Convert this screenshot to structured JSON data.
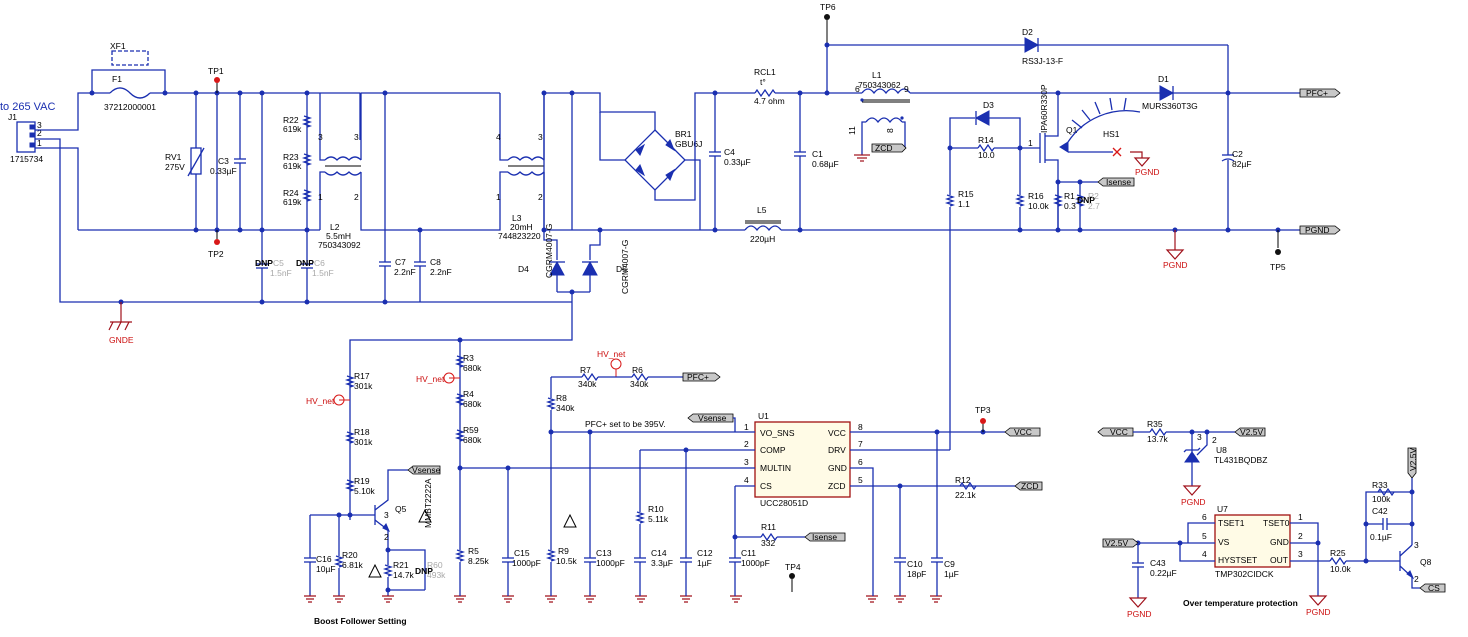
{
  "input_label": "to 265 VAC",
  "connector": {
    "ref": "J1",
    "part": "1715734",
    "pins": [
      "3",
      "2",
      "1"
    ]
  },
  "fuse": {
    "holder": "XF1",
    "ref": "F1",
    "part": "37212000001"
  },
  "varistor": {
    "ref": "RV1",
    "value": "275V"
  },
  "c3": {
    "ref": "C3",
    "value": "0.33µF"
  },
  "r22": {
    "ref": "R22",
    "value": "619k"
  },
  "r23": {
    "ref": "R23",
    "value": "619k"
  },
  "r24": {
    "ref": "R24",
    "value": "619k"
  },
  "tp1": "TP1",
  "tp2": "TP2",
  "tp3": "TP3",
  "tp4": "TP4",
  "tp5": "TP5",
  "tp6": "TP6",
  "l2": {
    "ref": "L2",
    "value": "5.5mH",
    "part": "750343092"
  },
  "l3": {
    "ref": "L3",
    "value": "20mH",
    "part": "744823220"
  },
  "c5": {
    "dnp": "DNP",
    "ref": "C5",
    "value": "1.5nF"
  },
  "c6": {
    "dnp": "DNP",
    "ref": "C6",
    "value": "1.5nF"
  },
  "c7": {
    "ref": "C7",
    "value": "2.2nF"
  },
  "c8": {
    "ref": "C8",
    "value": "2.2nF"
  },
  "d4": {
    "ref": "D4",
    "part": "CGRM4007-G"
  },
  "d5": {
    "ref": "D5",
    "part": "CGRM4007-G"
  },
  "gnde": "GNDE",
  "br1": {
    "ref": "BR1",
    "part": "GBU6J"
  },
  "c4": {
    "ref": "C4",
    "value": "0.33µF"
  },
  "rcl1": {
    "ref": "RCL1",
    "temp": "t°",
    "value": "4.7 ohm"
  },
  "c1": {
    "ref": "C1",
    "value": "0.68µF"
  },
  "l5": {
    "ref": "L5",
    "value": "220µH"
  },
  "l1": {
    "ref": "L1",
    "part": "750343062",
    "pins": [
      "6",
      "9",
      "11",
      "8"
    ]
  },
  "zcd_tag": "ZCD",
  "d2": {
    "ref": "D2",
    "part": "RS3J-13-F"
  },
  "d1": {
    "ref": "D1",
    "part": "MURS360T3G"
  },
  "d3": {
    "ref": "D3"
  },
  "r14": {
    "ref": "R14",
    "value": "10.0"
  },
  "q1": {
    "ref": "Q1",
    "part": "IPA60R330P"
  },
  "hs1": "HS1",
  "pgnd": "PGND",
  "isense_tag": "Isense",
  "r15": {
    "ref": "R15",
    "value": "1.1"
  },
  "r16": {
    "ref": "R16",
    "value": "10.0k"
  },
  "r1": {
    "ref": "R1",
    "value": "0.3"
  },
  "r2": {
    "dnp": "DNP",
    "ref": "R2",
    "value": "2.7"
  },
  "c2": {
    "ref": "C2",
    "value": "82µF"
  },
  "pfc_tag": "PFC+",
  "pgnd_tag": "PGND",
  "hv_net": "HV_net",
  "r17": {
    "ref": "R17",
    "value": "301k"
  },
  "r18": {
    "ref": "R18",
    "value": "301k"
  },
  "r19": {
    "ref": "R19",
    "value": "5.10k"
  },
  "r20": {
    "ref": "R20",
    "value": "6.81k"
  },
  "r21": {
    "ref": "R21",
    "value": "14.7k"
  },
  "r60": {
    "dnp": "DNP",
    "ref": "R60",
    "value": "493k"
  },
  "c16": {
    "ref": "C16",
    "value": "10µF"
  },
  "q5": {
    "ref": "Q5",
    "part": "MMBT2222A"
  },
  "vsense_tag": "Vsense",
  "boost_caption": "Boost Follower Setting",
  "r3": {
    "ref": "R3",
    "value": "680k"
  },
  "r4": {
    "ref": "R4",
    "value": "680k"
  },
  "r59": {
    "ref": "R59",
    "value": "680k"
  },
  "r5": {
    "ref": "R5",
    "value": "8.25k"
  },
  "c15": {
    "ref": "C15",
    "value": "1000pF"
  },
  "r7": {
    "ref": "R7",
    "value": "340k"
  },
  "r6": {
    "ref": "R6",
    "value": "340k"
  },
  "r8": {
    "ref": "R8",
    "value": "340k"
  },
  "r9": {
    "ref": "R9",
    "value": "10.5k"
  },
  "c13": {
    "ref": "C13",
    "value": "1000pF"
  },
  "pfc_note": "PFC+ set to be 395V.",
  "u1": {
    "ref": "U1",
    "part": "UCC28051D",
    "pins_left": [
      "VO_SNS",
      "COMP",
      "MULTIN",
      "CS"
    ],
    "pins_right": [
      "VCC",
      "DRV",
      "GND",
      "ZCD"
    ],
    "nums_left": [
      "1",
      "2",
      "3",
      "4"
    ],
    "nums_right": [
      "8",
      "7",
      "6",
      "5"
    ]
  },
  "r10": {
    "ref": "R10",
    "value": "5.11k"
  },
  "c14": {
    "ref": "C14",
    "value": "3.3µF"
  },
  "c12": {
    "ref": "C12",
    "value": "1µF"
  },
  "c11": {
    "ref": "C11",
    "value": "1000pF"
  },
  "r11": {
    "ref": "R11",
    "value": "332"
  },
  "c10": {
    "ref": "C10",
    "value": "18pF"
  },
  "c9": {
    "ref": "C9",
    "value": "1µF"
  },
  "r12": {
    "ref": "R12",
    "value": "22.1k"
  },
  "vcc_tag": "VCC",
  "r35": {
    "ref": "R35",
    "value": "13.7k"
  },
  "v25_tag": "V2.5V",
  "u8": {
    "ref": "U8",
    "part": "TL431BQDBZ"
  },
  "u7": {
    "ref": "U7",
    "part": "TMP302CIDCK",
    "pins_left": [
      "TSET1",
      "VS",
      "HYSTSET"
    ],
    "pins_right": [
      "TSET0",
      "GND",
      "OUT"
    ],
    "nums_left": [
      "6",
      "5",
      "4"
    ],
    "nums_right": [
      "1",
      "2",
      "3"
    ]
  },
  "c43": {
    "ref": "C43",
    "value": "0.22µF"
  },
  "r25": {
    "ref": "R25",
    "value": "10.0k"
  },
  "q8": {
    "ref": "Q8"
  },
  "r33": {
    "ref": "R33",
    "value": "100k"
  },
  "c42": {
    "ref": "C42",
    "value": "0.1µF"
  },
  "cs_tag": "CS",
  "otp_caption": "Over temperature protection"
}
